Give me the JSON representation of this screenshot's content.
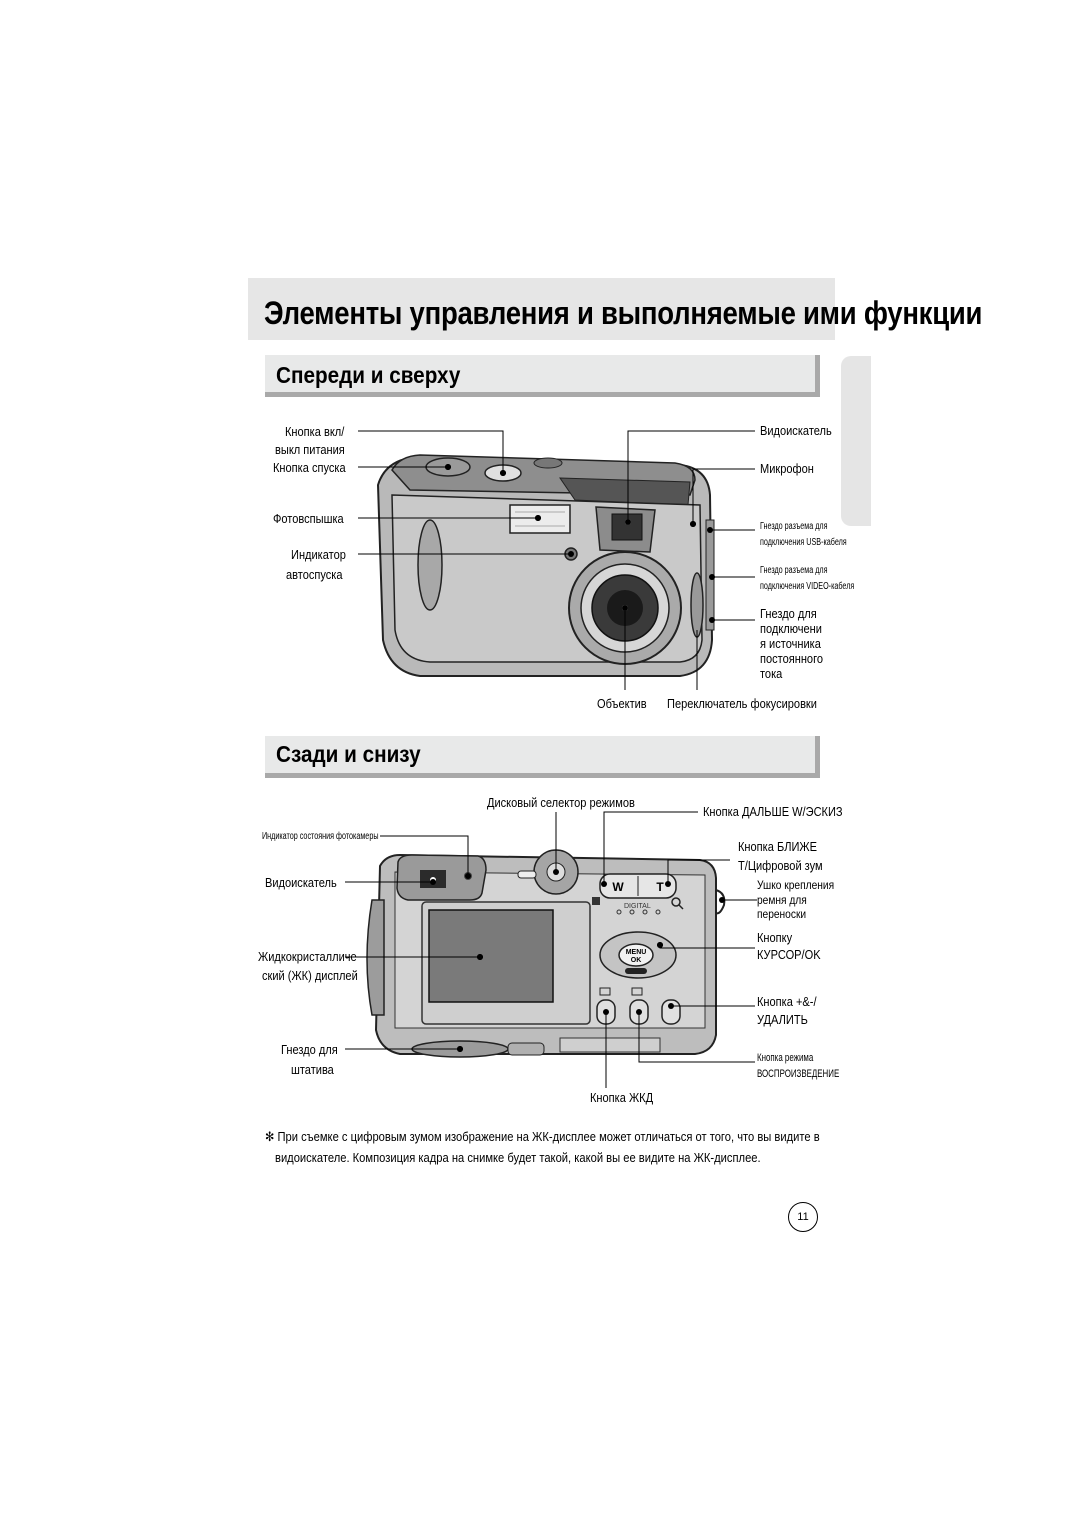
{
  "page_title": "Элементы управления и выполняемые ими функции",
  "sections": {
    "front": {
      "title": "Спереди и сверху"
    },
    "back": {
      "title": "Сзади и снизу"
    }
  },
  "front_labels": {
    "power_button_1": "Кнопка вкл/",
    "power_button_2": "выкл питания",
    "shutter_button": "Кнопка спуска",
    "flash": "Фотовспышка",
    "self_timer_1": "Индикатор",
    "self_timer_2": "автоспуска",
    "viewfinder": "Видоискатель",
    "microphone": "Микрофон",
    "usb_jack_1": "Гнездо разъема для",
    "usb_jack_2": "подключения USB-кабеля",
    "video_jack_1": "Гнездо разъема для",
    "video_jack_2": "подключения VIDEO-кабеля",
    "dc_jack_1": "Гнездо для",
    "dc_jack_2": "подключени",
    "dc_jack_3": "я источника",
    "dc_jack_4": "постоянного",
    "dc_jack_5": "тока",
    "lens": "Объектив",
    "focus_switch": "Переключатель фокусировки"
  },
  "back_labels": {
    "mode_dial": "Дисковый селектор режимов",
    "next_button": "Кнопка ДАЛЬШЕ W/ЭСКИЗ",
    "status_lamp": "Индикатор состояния фотокамеры",
    "zoom_button_1": "Кнопка БЛИЖЕ",
    "zoom_button_2": "T/Цифровой зум",
    "viewfinder": "Видоискатель",
    "strap_1": "Ушко крепления",
    "strap_2": "ремня для",
    "strap_3": "переноски",
    "lcd_1": "Жидкокристалличе",
    "lcd_2": "ский (ЖК) дисплей",
    "cursor_1": "Кнопку",
    "cursor_2": "КУРСОР/OK",
    "delete_1": "Кнопка +&-/",
    "delete_2": "УДАЛИТЬ",
    "tripod_1": "Гнездо для",
    "tripod_2": "штатива",
    "play_1": "Кнопка режима",
    "play_2": "ВОСПРОИЗВЕДЕНИЕ",
    "lcd_button": "Кнопка ЖКД"
  },
  "camera_markings": {
    "w": "W",
    "t": "T",
    "digital": "DIGITAL",
    "menu": "MENU",
    "ok": "OK"
  },
  "note_1": "✻ При съемке с цифровым зумом изображение на ЖК-дисплее может отличаться от того, что вы видите в",
  "note_2": "видоискателе. Композиция кадра на снимке будет такой, какой вы ее видите на ЖК-дисплее.",
  "page_number": "11"
}
